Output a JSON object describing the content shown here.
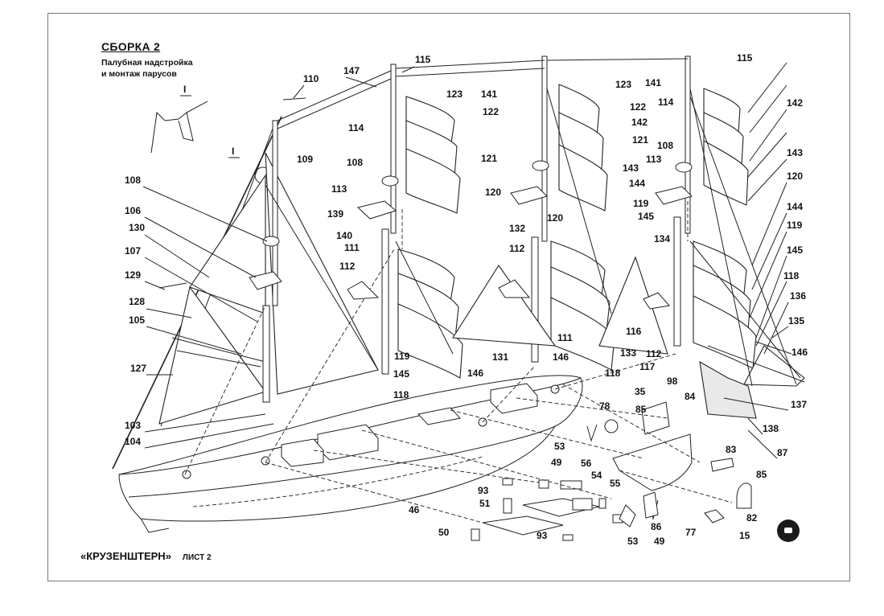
{
  "sheet": {
    "title": "СБОРКА 2",
    "subtitle_line1": "Палубная надстройка",
    "subtitle_line2": "и монтаж парусов",
    "footer_name": "«КРУЗЕНШТЕРН»",
    "footer_sheet": "ЛИСТ 2",
    "detail_marker": "I"
  },
  "callouts": [
    "115",
    "147",
    "110",
    "115",
    "123",
    "141",
    "123",
    "141",
    "122",
    "114",
    "142",
    "122",
    "142",
    "121",
    "114",
    "108",
    "121",
    "143",
    "143",
    "108",
    "113",
    "109",
    "113",
    "120",
    "144",
    "120",
    "108",
    "144",
    "119",
    "119",
    "106",
    "139",
    "145",
    "120",
    "130",
    "140",
    "134",
    "145",
    "107",
    "111",
    "132",
    "112",
    "129",
    "112",
    "118",
    "128",
    "136",
    "105",
    "116",
    "135",
    "119",
    "111",
    "146",
    "131",
    "133",
    "112",
    "146",
    "145",
    "146",
    "117",
    "127",
    "118",
    "98",
    "137",
    "118",
    "35",
    "84",
    "78",
    "85",
    "103",
    "138",
    "104",
    "87",
    "53",
    "49",
    "56",
    "83",
    "54",
    "85",
    "93",
    "55",
    "46",
    "51",
    "86",
    "82",
    "50",
    "93",
    "53",
    "49",
    "77",
    "15"
  ]
}
